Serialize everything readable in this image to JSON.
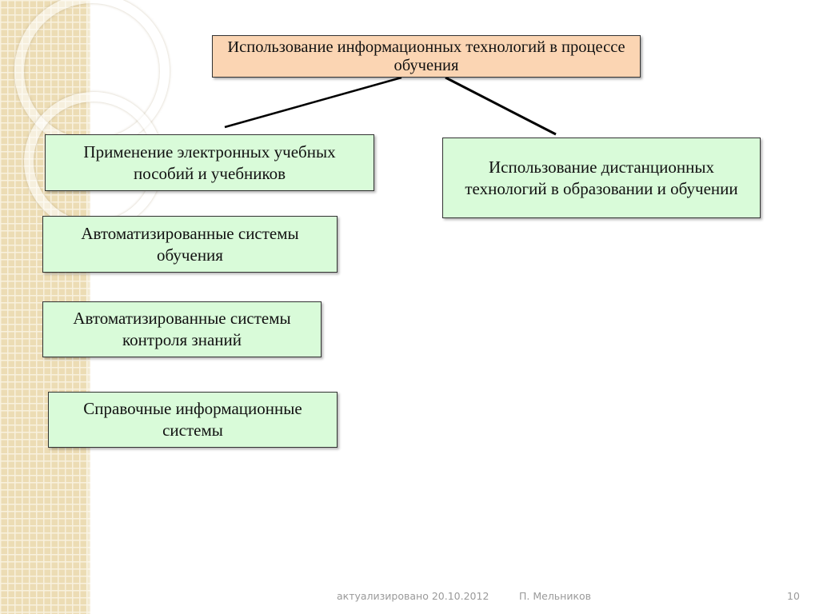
{
  "slide": {
    "title_box": "Использование информационных технологий в процессе обучения",
    "left_items": [
      "Применение электронных учебных пособий и учебников",
      "Автоматизированные системы обучения",
      "Автоматизированные системы контроля знаний",
      "Справочные информационные системы"
    ],
    "right_item": "Использование дистанционных технологий в образовании и обучении"
  },
  "footer": {
    "updated": "актуализировано 20.10.2012",
    "author": "П. Мельников",
    "page_number": "10"
  },
  "colors": {
    "title_box_fill": "#fbd5b3",
    "item_box_fill": "#d9fbd9",
    "side_band": "#ecdcb4"
  }
}
